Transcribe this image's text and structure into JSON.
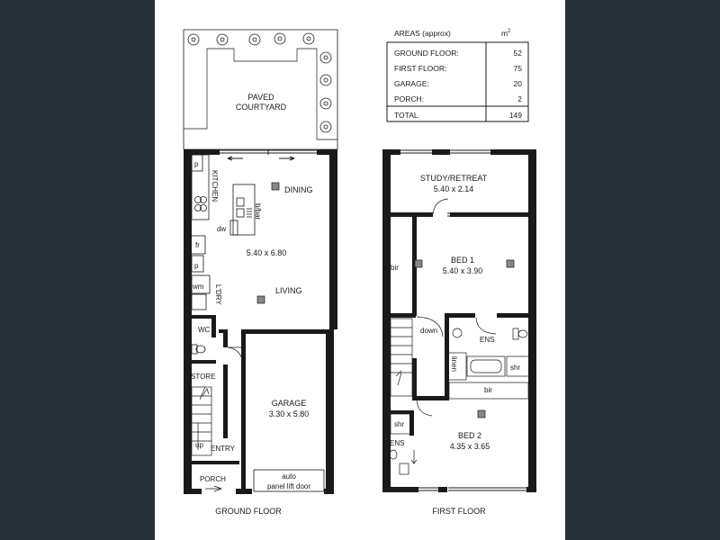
{
  "areas_table": {
    "heading": "AREAS (approx)",
    "unit": "m",
    "unit_sup": "2",
    "rows": [
      {
        "label": "GROUND FLOOR:",
        "value": "52"
      },
      {
        "label": "FIRST FLOOR:",
        "value": "75"
      },
      {
        "label": "GARAGE:",
        "value": "20"
      },
      {
        "label": "PORCH:",
        "value": "2"
      }
    ],
    "total": {
      "label": "TOTAL",
      "value": "149"
    }
  },
  "ground_floor": {
    "title": "GROUND FLOOR",
    "courtyard_line1": "PAVED",
    "courtyard_line2": "COURTYARD",
    "kitchen": "KITCHEN",
    "dining": "DINING",
    "bbar": "b/bar",
    "dw": "dw",
    "dims_living": "5.40 x 6.80",
    "living": "LIVING",
    "pantry1": "p",
    "pantry2": "p",
    "fridge": "fr",
    "wm": "wm",
    "ldry": "L'DRY",
    "wc": "WC",
    "store": "STORE",
    "entry": "ENTRY",
    "up": "up",
    "porch": "PORCH",
    "garage": "GARAGE",
    "garage_dims": "3.30 x 5.80",
    "garage_door_line1": "auto",
    "garage_door_line2": "panel lift door"
  },
  "first_floor": {
    "title": "FIRST FLOOR",
    "study": "STUDY/RETREAT",
    "study_dims": "5.40 x 2.14",
    "bed1": "BED 1",
    "bed1_dims": "5.40 x 3.90",
    "bir1": "bir",
    "down": "down",
    "ens1": "ENS",
    "linen": "linen",
    "shr1": "shr",
    "bir2": "bir",
    "bed2": "BED 2",
    "bed2_dims": "4.35 x 3.65",
    "shr2": "shr",
    "ens2": "ENS"
  },
  "colors": {
    "side_panel": "#263038",
    "wall": "#1a1a1a"
  }
}
